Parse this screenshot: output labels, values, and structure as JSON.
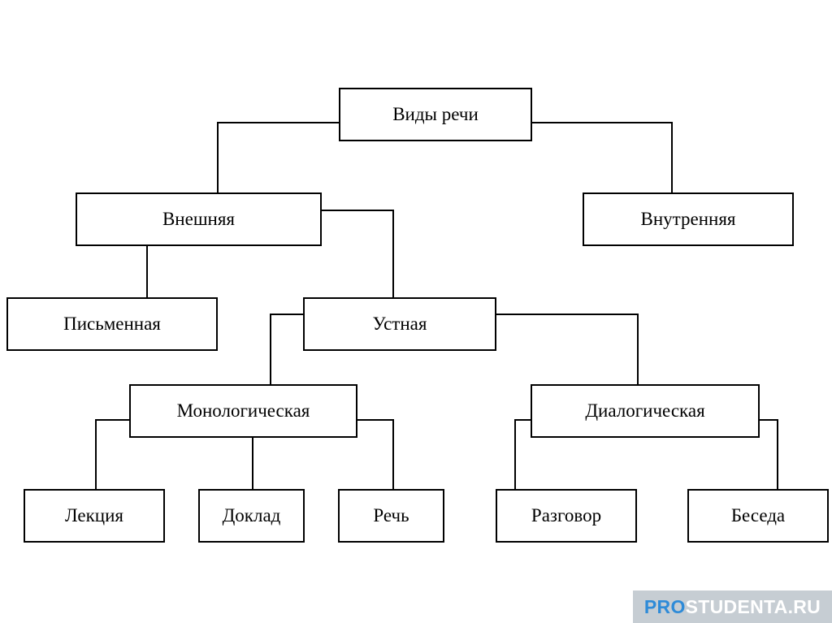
{
  "diagram": {
    "nodes": {
      "root": "Виды речи",
      "external": "Внешняя",
      "internal": "Внутренняя",
      "written": "Письменная",
      "oral": "Устная",
      "monologic": "Монологическая",
      "dialogic": "Диалогическая",
      "lecture": "Лекция",
      "report": "Доклад",
      "speech": "Речь",
      "talk": "Разговор",
      "conversation": "Беседа"
    },
    "edges": [
      [
        "root",
        "external"
      ],
      [
        "root",
        "internal"
      ],
      [
        "external",
        "written"
      ],
      [
        "external",
        "oral"
      ],
      [
        "oral",
        "monologic"
      ],
      [
        "oral",
        "dialogic"
      ],
      [
        "monologic",
        "lecture"
      ],
      [
        "monologic",
        "report"
      ],
      [
        "monologic",
        "speech"
      ],
      [
        "dialogic",
        "talk"
      ],
      [
        "dialogic",
        "conversation"
      ]
    ]
  },
  "watermark": {
    "part1": "PRO",
    "part2": "STUDENTA.RU",
    "color1": "#2e8bd8",
    "color2": "#ffffff",
    "background": "#c6cdd3"
  }
}
